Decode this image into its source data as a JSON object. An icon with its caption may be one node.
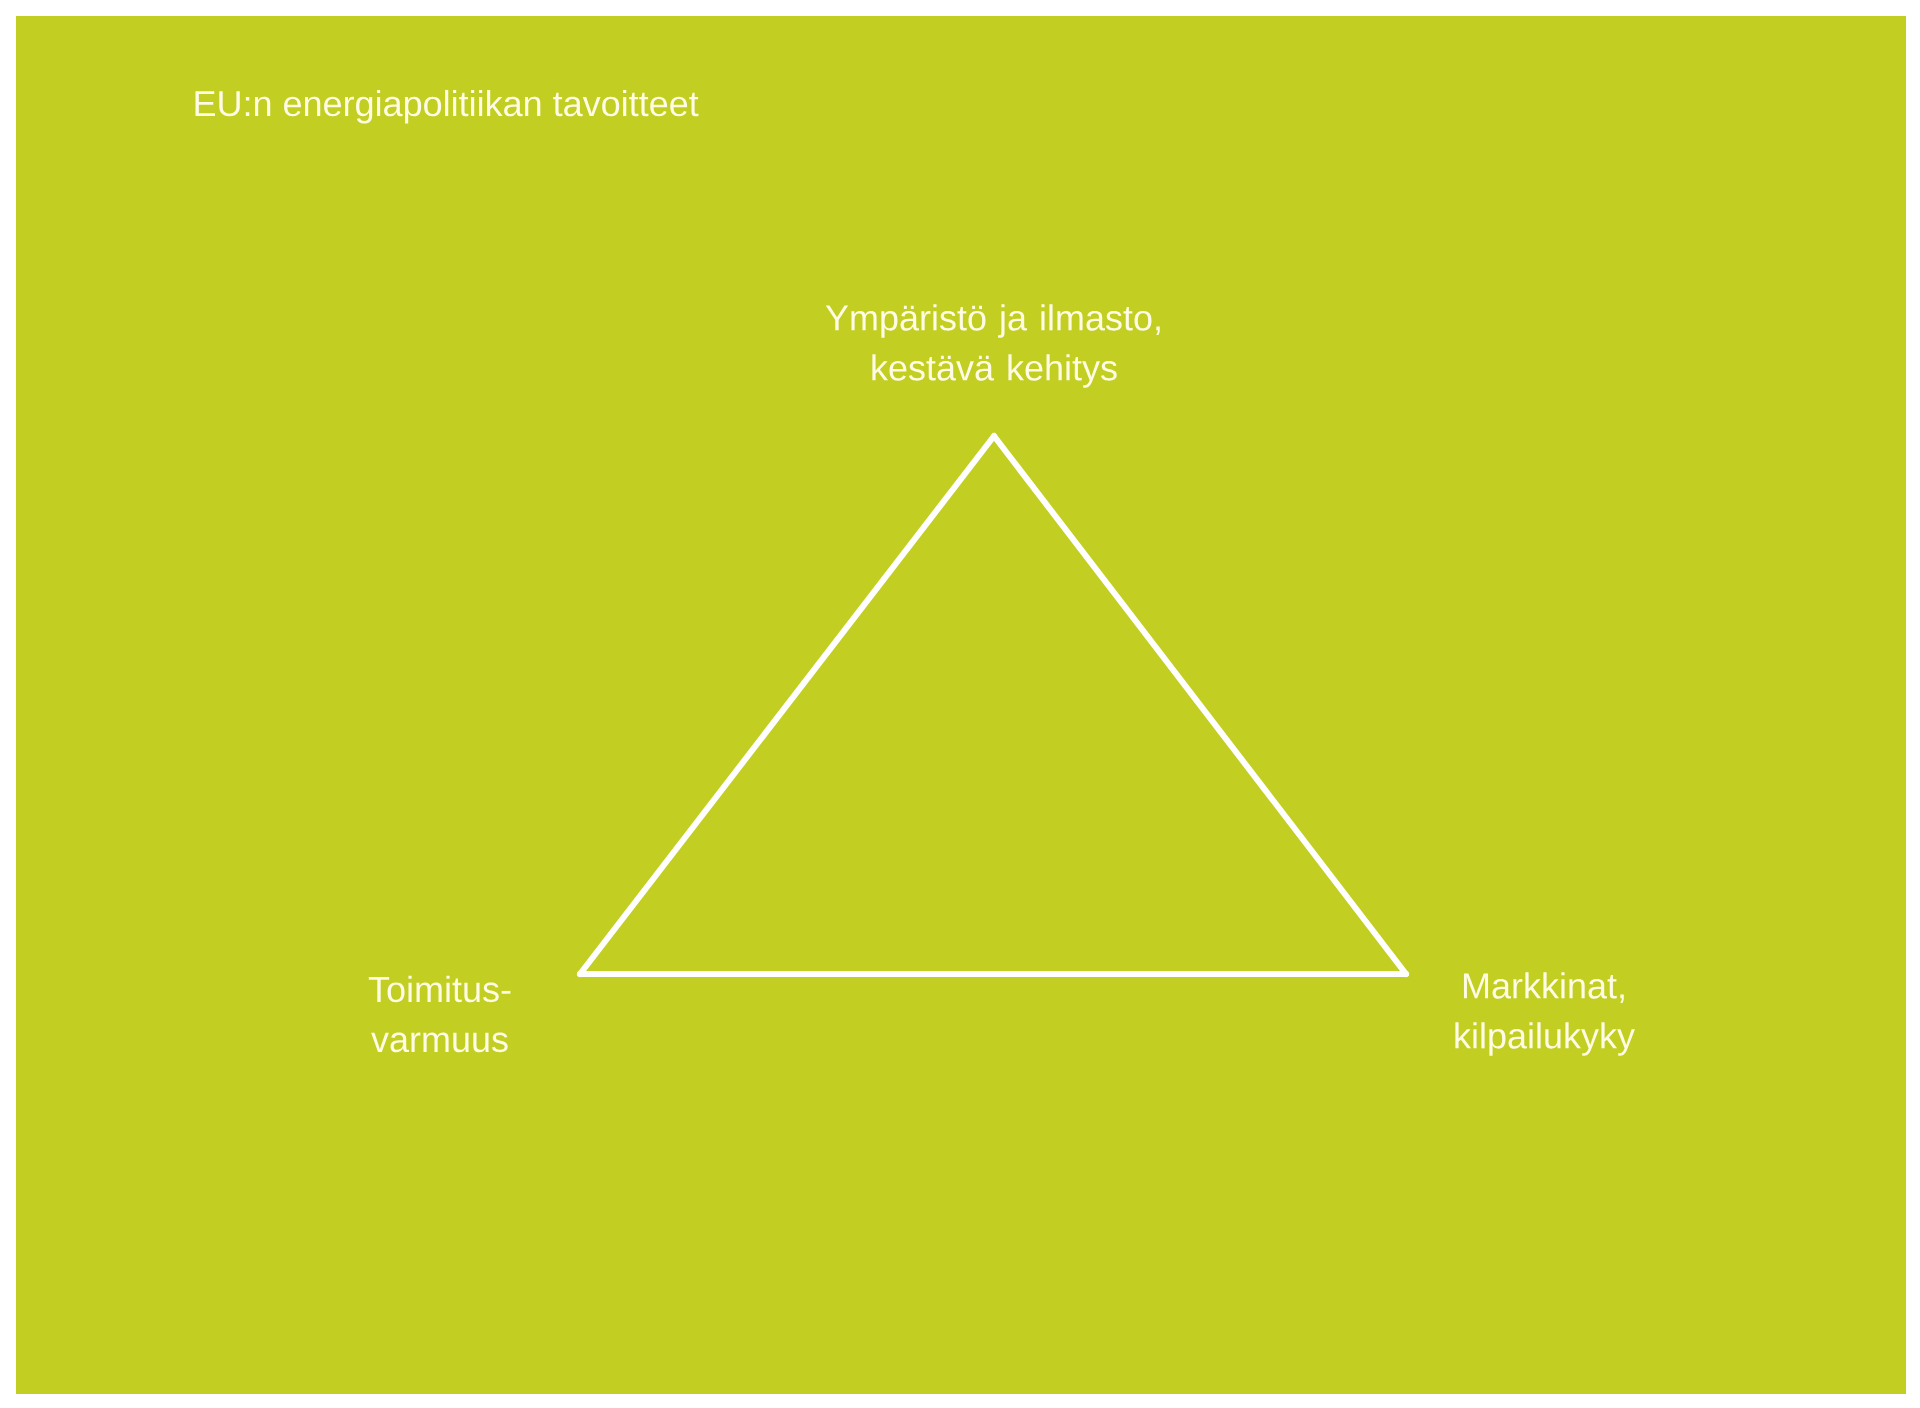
{
  "diagram": {
    "title": "EU:n energiapolitiikan tavoitteet",
    "nodes": [
      {
        "text": [
          "Ympäristö ja ilmasto, kestävä kehitys"
        ]
      },
      {
        "text": [
          "Toimitus- varmuus"
        ]
      },
      {
        "text": [
          "Markkinat, kilpailukyky"
        ]
      }
    ],
    "edges": [
      {
        "from": 0,
        "to": 1,
        "arrow": "none"
      },
      {
        "from": 1,
        "to": 2,
        "arrow": "none"
      },
      {
        "from": 2,
        "to": 0,
        "arrow": "none"
      }
    ]
  }
}
